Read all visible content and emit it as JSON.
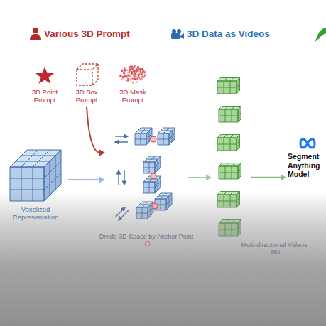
{
  "diagram": {
    "nodes": [
      {
        "text": [
          "3D Point Prompt"
        ]
      },
      {
        "text": [
          "3D Box Prompt"
        ]
      },
      {
        "text": [
          "3D Mask Prompt"
        ]
      },
      {
        "text": [
          "Voxelized Representation"
        ]
      },
      {
        "text": [
          "Divide 3D Space by Anchor Point"
        ]
      },
      {
        "text": [
          "Multi-directional Videos"
        ]
      },
      {
        "text": [
          "Segment Anything Model"
        ]
      }
    ],
    "edges": [
      {
        "from": 1,
        "to": 4,
        "arrow": "to"
      },
      {
        "from": 3,
        "to": 4,
        "arrow": "to"
      },
      {
        "from": 4,
        "to": 5,
        "arrow": "to"
      },
      {
        "from": 5,
        "to": 6,
        "arrow": "to"
      }
    ],
    "labels": [
      "Various 3D Prompt",
      "3D Data as Videos"
    ]
  }
}
